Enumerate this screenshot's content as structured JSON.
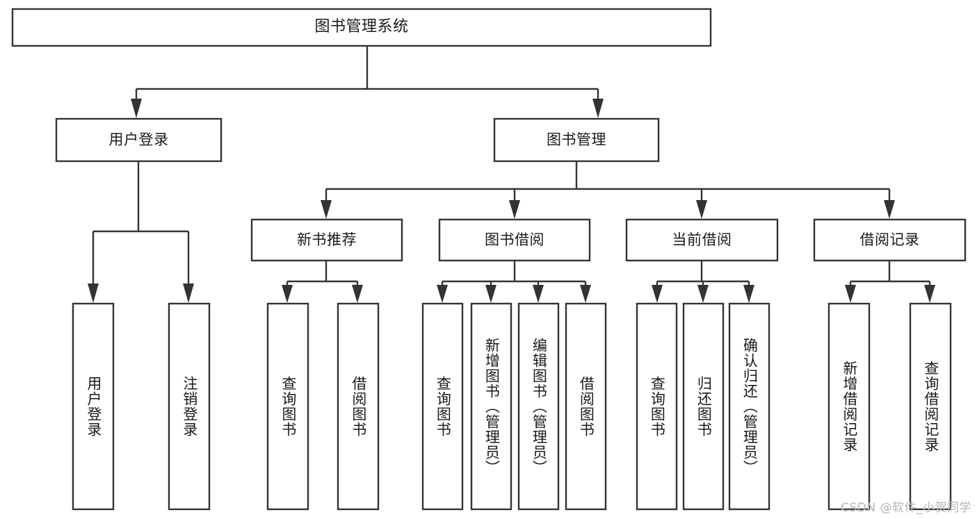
{
  "diagram": {
    "title": "图书管理系统",
    "type": "tree-hierarchy",
    "levels": {
      "root": "图书管理系统",
      "level2": [
        "用户登录",
        "图书管理"
      ],
      "level3": [
        "新书推荐",
        "图书借阅",
        "当前借阅",
        "借阅记录"
      ],
      "leaves": [
        "用户登录",
        "注销登录",
        "查询图书",
        "借阅图书",
        "查询图书",
        "新增图书（管理员）",
        "编辑图书（管理员）",
        "借阅图书",
        "查询图书",
        "归还图书",
        "确认归还（管理员）",
        "新增借阅记录",
        "查询借阅记录"
      ]
    },
    "nodes": {
      "root": {
        "label": "图书管理系统"
      },
      "user_login": {
        "label": "用户登录"
      },
      "book_manage": {
        "label": "图书管理"
      },
      "new_book_rec": {
        "label": "新书推荐"
      },
      "book_borrow": {
        "label": "图书借阅"
      },
      "current_borrow": {
        "label": "当前借阅"
      },
      "borrow_record": {
        "label": "借阅记录"
      },
      "leaf_user_login": {
        "label": "用户登录"
      },
      "leaf_logout": {
        "label": "注销登录"
      },
      "leaf_query_book_1": {
        "label": "查询图书"
      },
      "leaf_borrow_book_1": {
        "label": "借阅图书"
      },
      "leaf_query_book_2": {
        "label": "查询图书"
      },
      "leaf_add_book_admin": {
        "label": "新增图书（管理员）"
      },
      "leaf_edit_book_admin": {
        "label": "编辑图书（管理员）"
      },
      "leaf_borrow_book_2": {
        "label": "借阅图书"
      },
      "leaf_query_book_3": {
        "label": "查询图书"
      },
      "leaf_return_book": {
        "label": "归还图书"
      },
      "leaf_confirm_return_admin": {
        "label": "确认归还（管理员）"
      },
      "leaf_add_record": {
        "label": "新增借阅记录"
      },
      "leaf_query_record": {
        "label": "查询借阅记录"
      }
    },
    "colors": {
      "stroke": "#333333",
      "fill": "#ffffff",
      "text": "#1a1a1a",
      "watermark": "#b5b5b5"
    }
  },
  "watermark": {
    "text": "CSDN @软件_小贺同学"
  }
}
